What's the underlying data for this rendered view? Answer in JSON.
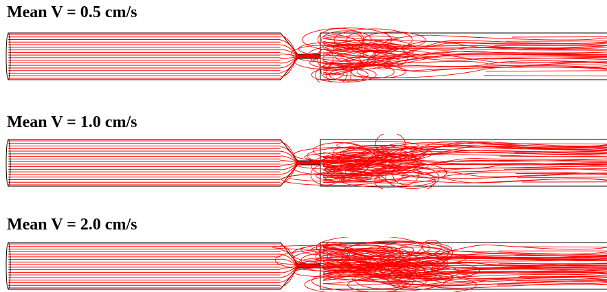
{
  "panels": [
    {
      "title": "Mean V = 0.5 cm/s",
      "mean_velocity": 0.5,
      "turbulence": 0.8
    },
    {
      "title": "Mean V = 1.0 cm/s",
      "mean_velocity": 1.0,
      "turbulence": 1.0
    },
    {
      "title": "Mean V = 2.0 cm/s",
      "mean_velocity": 2.0,
      "turbulence": 1.25
    }
  ],
  "colors": {
    "streamline": "#ff0000",
    "outline": "#000000",
    "background": "#ffffff"
  }
}
